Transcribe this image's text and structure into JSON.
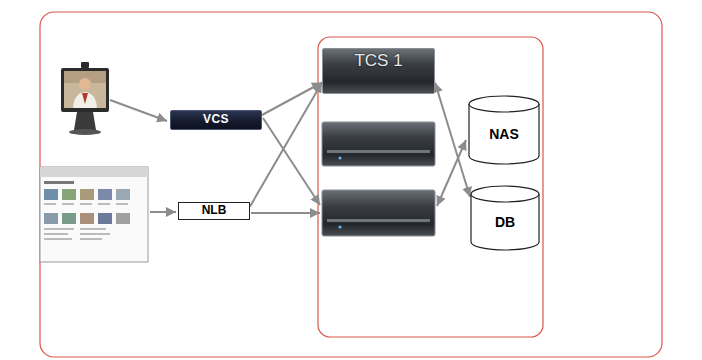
{
  "diagram": {
    "nodes": [
      {
        "text": [
          "VCS"
        ]
      },
      {
        "text": [
          "NLB"
        ]
      },
      {
        "text": [
          "TCS 1"
        ]
      },
      {
        "text": [
          "NAS"
        ]
      },
      {
        "text": [
          "DB"
        ]
      }
    ],
    "edges": [
      {
        "from": 0,
        "to": 2,
        "arrow": "to"
      },
      {
        "from": 1,
        "to": 2,
        "arrow": "to"
      },
      {
        "from": 2,
        "to": 4,
        "arrow": "both"
      }
    ]
  }
}
